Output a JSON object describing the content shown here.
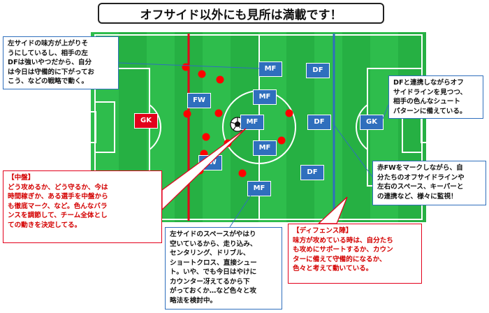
{
  "title": "オフサイド以外にも見所は満載です！",
  "colors": {
    "pitch": "#26b043",
    "pitch_stripe": "#2ebd4c",
    "line": "#ffffff",
    "offside_red": "#e3001b",
    "offside_blue": "#2f6fbd",
    "blue_player": "#2f6fbd",
    "red_player": "#ff0000"
  },
  "players": {
    "red_gk": "GK",
    "blue": {
      "fw_top": "FW",
      "fw_bottom": "FW",
      "mf_top": "MF",
      "mf_center_top": "MF",
      "mf_ball": "MF",
      "mf_center": "MF",
      "mf_bottom": "MF",
      "df_top": "DF",
      "df_middle": "DF",
      "df_bottom": "DF",
      "gk": "GK"
    }
  },
  "notes": {
    "top_left": "左サイドの味方が上がりそ\nうにしているし、相手の左\nDFは強いやつだから、自分\nは今日は守備的に下がってお\nこう、などの戦略で動く。",
    "top_right": "DFと連携しながらオフ\nサイドラインを見つつ、\n相手の色んなシュート\nパターンに備えている。",
    "right_middle": "赤FWをマークしながら、自\n分たちのオフサイドラインや\n左右のスペース、キーパーと\nの連携など、様々に監視！",
    "left_middle_title": "【中盤】",
    "left_middle_body": "どう攻めるか、どう守るか、今は\n時間稼ぎか、ある選手を中盤から\nも徹底マーク、など。色んなバラ\nンスを調節して、チーム全体とし\nての動きを決定してる。",
    "bottom_center": "左サイドのスペースがやはり\n空いているから、走り込み、\nセンタリング、ドリブル、\nショートクロス、直接シュー\nト。いや、でも今日はやけに\nカウンター冴えてるから下\nがっておくか…など色々と攻\n略法を検討中。",
    "bottom_right_title": "【ディフェンス陣】",
    "bottom_right_body": "味方が攻めている時は、自分たち\nも攻めにサポートするか、カウン\nターに備えて守備的になるか、\n色々と考えて動いている。"
  }
}
